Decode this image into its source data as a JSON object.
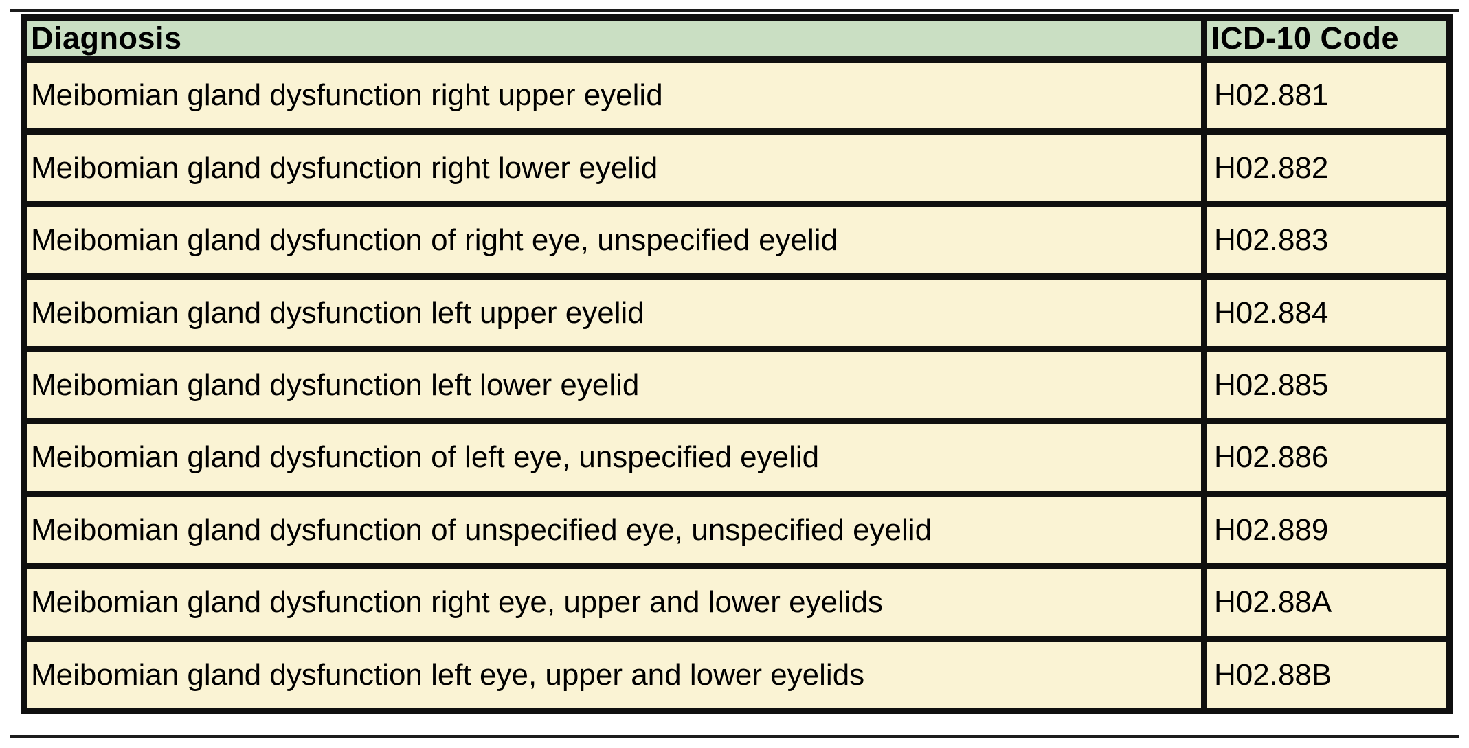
{
  "colors": {
    "header_bg": "#cadfc3",
    "row_bg": "#faf3d4",
    "border": "#0f0f0f",
    "rule": "#1c1c1c",
    "text": "#000000"
  },
  "table": {
    "headers": {
      "diagnosis": "Diagnosis",
      "code": "ICD-10 Code"
    },
    "rows": [
      {
        "diagnosis": "Meibomian gland dysfunction right upper eyelid",
        "code": "H02.881"
      },
      {
        "diagnosis": "Meibomian gland dysfunction right lower eyelid",
        "code": "H02.882"
      },
      {
        "diagnosis": "Meibomian gland dysfunction of right eye, unspecified eyelid",
        "code": "H02.883"
      },
      {
        "diagnosis": "Meibomian gland dysfunction left upper eyelid",
        "code": "H02.884"
      },
      {
        "diagnosis": "Meibomian gland dysfunction left lower eyelid",
        "code": "H02.885"
      },
      {
        "diagnosis": "Meibomian gland dysfunction of left eye, unspecified eyelid",
        "code": "H02.886"
      },
      {
        "diagnosis": "Meibomian gland dysfunction of unspecified eye, unspecified eyelid",
        "code": "H02.889"
      },
      {
        "diagnosis": "Meibomian gland dysfunction right eye, upper and lower eyelids",
        "code": "H02.88A"
      },
      {
        "diagnosis": "Meibomian gland dysfunction left eye, upper and lower eyelids",
        "code": "H02.88B"
      }
    ]
  }
}
